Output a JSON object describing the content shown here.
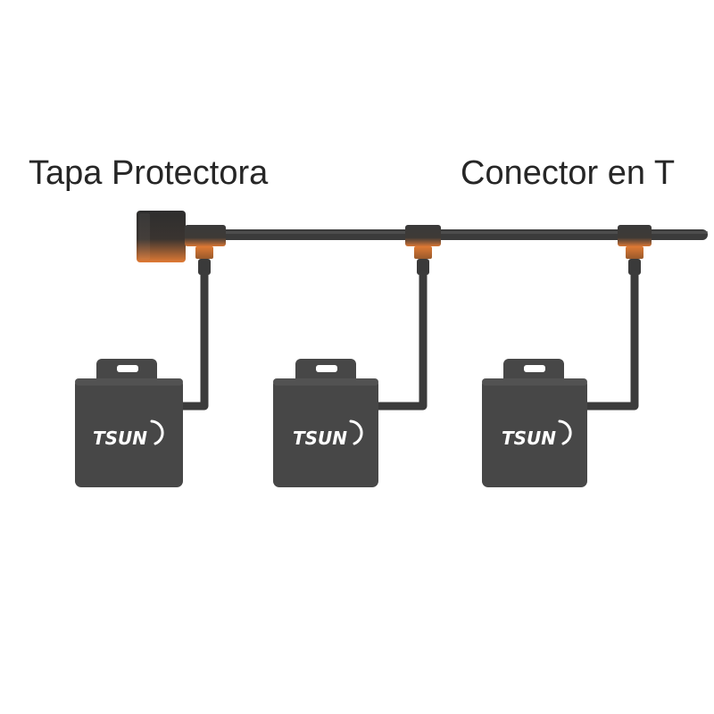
{
  "labels": {
    "protective_cap": "Tapa Protectora",
    "t_connector": "Conector en T"
  },
  "inverters": [
    {
      "brand": "TSUN"
    },
    {
      "brand": "TSUN"
    },
    {
      "brand": "TSUN"
    }
  ],
  "colors": {
    "cable": "#3b3b3b",
    "device": "#474747",
    "accent": "#e07a34",
    "text": "#262626"
  }
}
